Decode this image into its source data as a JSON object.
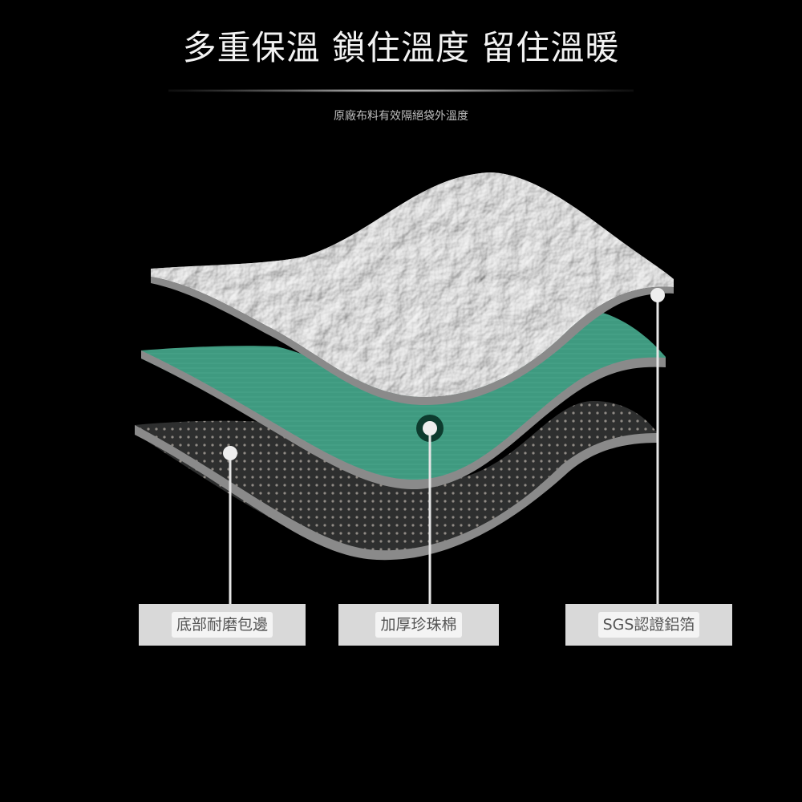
{
  "header": {
    "title": "多重保溫 鎖住溫度 留住溫暖",
    "subtitle": "原廠布料有效隔絕袋外溫度"
  },
  "layers": [
    {
      "name": "aluminum-foil-layer",
      "texture": "crumpled-foil",
      "color": "#c9c9c9"
    },
    {
      "name": "pearl-cotton-layer",
      "texture": "foam",
      "color": "#3f9a80"
    },
    {
      "name": "bottom-edge-layer",
      "texture": "dotted-mesh",
      "color": "#3a3a3a"
    }
  ],
  "callouts": [
    {
      "label": "底部耐磨包邊",
      "target": "bottom-edge-layer"
    },
    {
      "label": "加厚珍珠棉",
      "target": "pearl-cotton-layer"
    },
    {
      "label": "SGS認證鋁箔",
      "target": "aluminum-foil-layer"
    }
  ],
  "colors": {
    "background": "#000000",
    "foil": "#c9c9c9",
    "foam_green": "#3f9a80",
    "layer_edge": "#8a8a8a",
    "label_box": "#d9d9d9",
    "label_text": "#555555"
  }
}
